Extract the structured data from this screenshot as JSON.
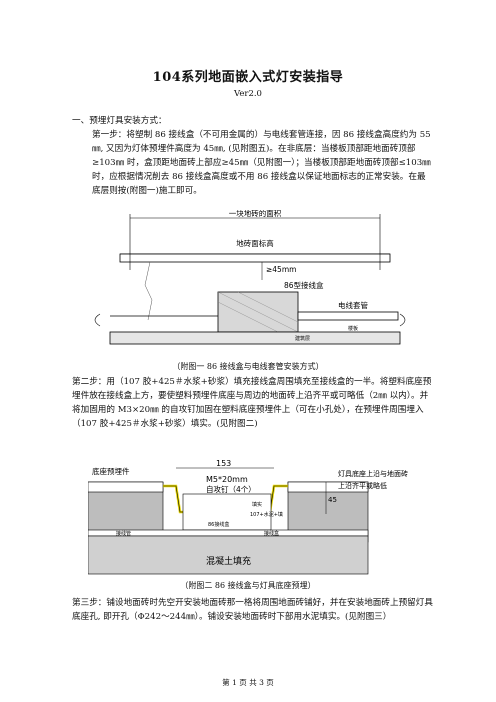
{
  "doc": {
    "title": "104系列地面嵌入式灯安装指导",
    "version": "Ver2.0",
    "section1": "一、预埋灯具安装方式：",
    "step1": "第一步：将塑制 86 接线盒（不可用金属的）与电线套管连接，因 86 接线盒高度约为 55㎜, 又因为灯体预埋件高度为 45㎜, (见附图五)。在非底层：当楼板顶部距地面砖顶部≥103㎜ 时，盒顶距地面砖上部应≥45㎜（见附图一）；当楼板顶部距地面砖顶部≤103㎜ 时，应根据情况削去 86 接线盒高度或不用 86 接线盒以保证地面标志的正常安装。在最底层则按(附图一)施工即可。",
    "caption1": "（附图一 86 接线盒与电线套管安装方式）",
    "step2": "第二步：用（107 胶+425＃水浆+砂浆）填充接线盒周围填充至接线盒的一半。将塑料底座预埋件放在接线盒上方，要使塑料预埋件底座与周边的地面砖上沿齐平或可略低（2㎜ 以内）。并将加固用的 M3×20㎜ 的自攻钉加固在塑料底座预埋件上（可在小孔处），在预埋件周围埋入（107 胶+425＃水浆+砂浆）填实。(见附图二)",
    "caption2": "（附图二 86 接线盒与灯具底座预埋）",
    "step3": "第三步：铺设地面砖时先空开安装地面砖那一格将周围地面砖铺好，并在安装地面砖上预留灯具底座孔, 即开孔（Φ242～244㎜）。铺设安装地面砖时下部用水泥填实。(见附图三）",
    "footer": "第 1 页 共 3 页"
  },
  "fig1": {
    "one_tile_area": "一块地砖的面积",
    "tile_level": "地砖面标高",
    "min_height": "≥45mm",
    "box_label": "86型接线盒",
    "conduit": "电线套管",
    "fill_label": "建筑层",
    "slab_label": "楼板"
  },
  "fig2": {
    "base_embed": "底座预埋件",
    "width_dim": "153",
    "screw": "M5*20mm",
    "screw2": "自攻钉（4个）",
    "mortar": "填实",
    "cement_fill": "107+水泥+填",
    "box86": "86接线盒",
    "wire_pipe": "接线管",
    "wire_box": "接线盒",
    "floor_fill": "混凝土填充",
    "lamp_note1": "灯具底座上沿与地面砖",
    "lamp_note2": "上沿齐平或略低",
    "height_dim": "45"
  }
}
